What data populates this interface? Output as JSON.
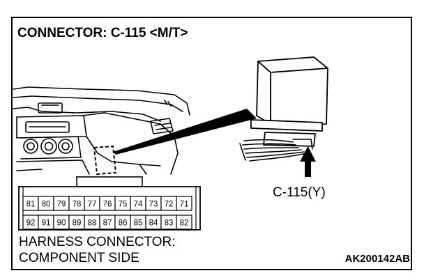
{
  "title": "CONNECTOR: C-115 <M/T>",
  "connector_label": "C-115(Y)",
  "caption": {
    "line1": "HARNESS CONNECTOR:",
    "line2": "COMPONENT SIDE"
  },
  "figure_code": "AK200142AB",
  "pins": {
    "top_row": [
      "81",
      "80",
      "79",
      "78",
      "77",
      "76",
      "75",
      "74",
      "73",
      "72",
      "71"
    ],
    "bottom_row": [
      "92",
      "91",
      "90",
      "89",
      "88",
      "87",
      "86",
      "85",
      "84",
      "83",
      "82"
    ]
  }
}
